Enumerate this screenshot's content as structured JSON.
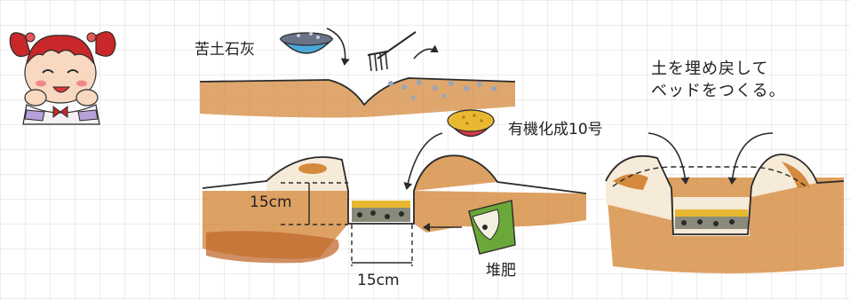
{
  "labels": {
    "lime": "苦土石灰",
    "fertilizer": "有機化成10号",
    "bed_line1": "土を埋め戻して",
    "bed_line2": "ベッドをつくる。",
    "depth": "15cm",
    "width": "15cm",
    "compost": "堆肥"
  },
  "colors": {
    "soil": "#d48a3c",
    "soil_dark": "#b8642a",
    "outline": "#2a2a2a",
    "lime_bowl": "#4aa8d8",
    "fert_bowl": "#d23a4a",
    "fert_granules": "#e8b830",
    "compost_bag": "#6aa83a",
    "girl_hair": "#c8282a",
    "girl_skin": "#f8d8c0",
    "pebble": "#9aa6b8"
  }
}
